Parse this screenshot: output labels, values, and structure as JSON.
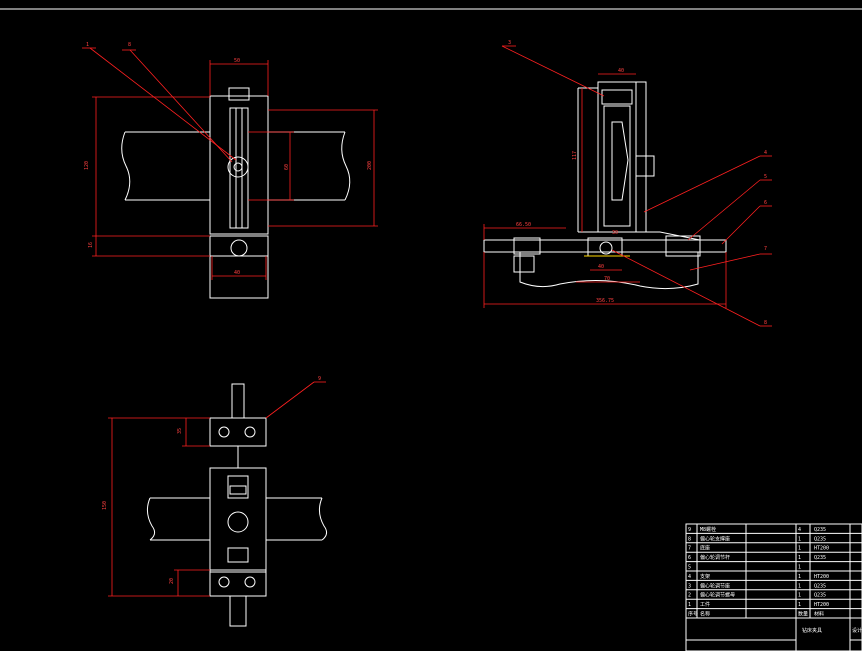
{
  "front_view": {
    "balloons": [
      "1",
      "8"
    ],
    "dims": {
      "width_top": "50",
      "height_left": "120",
      "height_right": "200",
      "height_inner": "60",
      "bottom_width": "40",
      "bottom_left": "16"
    }
  },
  "side_view": {
    "balloons": [
      "3",
      "4",
      "5",
      "6",
      "7",
      "8"
    ],
    "dims": {
      "top": "40",
      "height": "117",
      "left_width": "66.50",
      "center": "30",
      "slot": "40",
      "total": "356.75",
      "base": "70"
    }
  },
  "top_view": {
    "balloons": [
      "9"
    ],
    "dims": {
      "height": "150",
      "top_offset": "35",
      "bottom_offset": "20"
    }
  },
  "title_block": {
    "rows": [
      {
        "no": "9",
        "name": "M8螺栓",
        "qty": "4",
        "material": "Q235"
      },
      {
        "no": "8",
        "name": "偏心轮支撑座",
        "qty": "1",
        "material": "Q235"
      },
      {
        "no": "7",
        "name": "底座",
        "qty": "1",
        "material": "HT200"
      },
      {
        "no": "6",
        "name": "偏心轮调节杆",
        "qty": "1",
        "material": "Q235"
      },
      {
        "no": "5",
        "name": "",
        "qty": "1",
        "material": ""
      },
      {
        "no": "4",
        "name": "支架",
        "qty": "1",
        "material": "HT200"
      },
      {
        "no": "3",
        "name": "偏心轮调节座",
        "qty": "1",
        "material": "Q235"
      },
      {
        "no": "2",
        "name": "偏心轮调节螺母",
        "qty": "1",
        "material": "Q235"
      },
      {
        "no": "1",
        "name": "工件",
        "qty": "1",
        "material": "HT200"
      }
    ],
    "header": {
      "no": "序号",
      "name": "名称",
      "qty": "数量",
      "material": "材料"
    },
    "drawing_title": "钻床夹具",
    "side_label": "设计"
  }
}
